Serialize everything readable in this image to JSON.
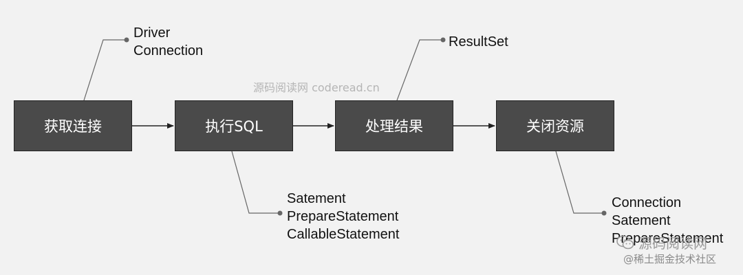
{
  "steps": [
    {
      "label": "获取连接"
    },
    {
      "label": "执行SQL"
    },
    {
      "label": "处理结果"
    },
    {
      "label": "关闭资源"
    }
  ],
  "notes": {
    "step1": [
      "Driver",
      "Connection"
    ],
    "step2": [
      "Satement",
      "PrepareStatement",
      "CallableStatement"
    ],
    "step3": [
      "ResultSet"
    ],
    "step4": [
      "Connection",
      "Satement",
      "PrepareStatement"
    ]
  },
  "watermarks": {
    "center": "源码阅读网 coderead.cn",
    "wechat": "源码阅读网",
    "juejin": "@稀土掘金技术社区"
  },
  "colors": {
    "background": "#f2f2f2",
    "box_fill": "#4a4a4a",
    "box_text": "#ffffff",
    "line": "#555555",
    "watermark": "#b5b5b5"
  },
  "icons": {
    "wechat": "wechat-icon"
  }
}
